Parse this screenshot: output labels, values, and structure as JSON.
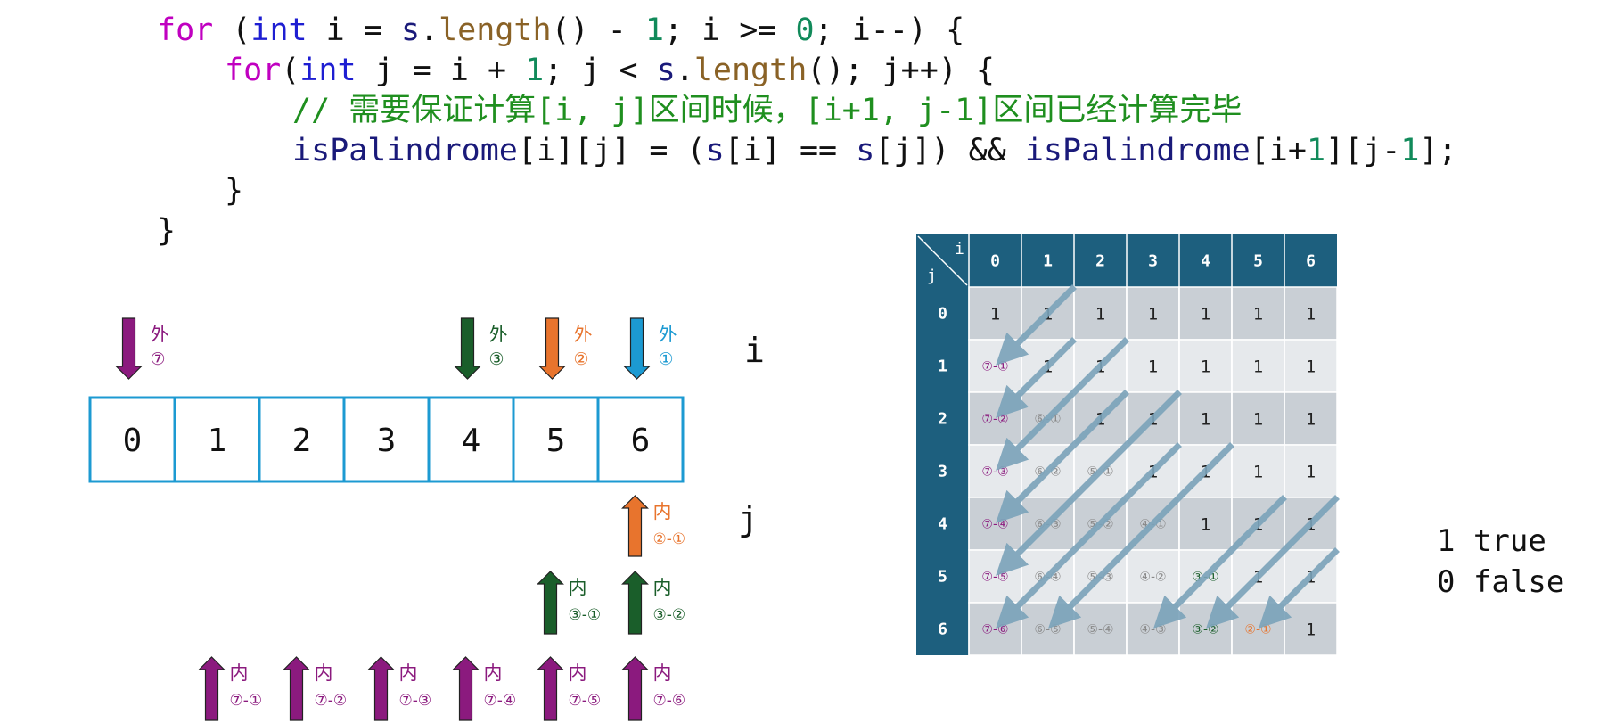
{
  "code": [
    {
      "indent": 0,
      "tokens": [
        [
          "for",
          "kw"
        ],
        [
          " (",
          "pl"
        ],
        [
          "int",
          "ty"
        ],
        [
          " i = ",
          "pl"
        ],
        [
          "s",
          "vr"
        ],
        [
          ".",
          "pl"
        ],
        [
          "length",
          "fn"
        ],
        [
          "() - ",
          "pl"
        ],
        [
          "1",
          "nm"
        ],
        [
          "; i >= ",
          "pl"
        ],
        [
          "0",
          "nm"
        ],
        [
          "; i--) {",
          "pl"
        ]
      ]
    },
    {
      "indent": 1,
      "tokens": [
        [
          "for",
          "kw"
        ],
        [
          "(",
          "pl"
        ],
        [
          "int",
          "ty"
        ],
        [
          " j = i + ",
          "pl"
        ],
        [
          "1",
          "nm"
        ],
        [
          "; j < ",
          "pl"
        ],
        [
          "s",
          "vr"
        ],
        [
          ".",
          "pl"
        ],
        [
          "length",
          "fn"
        ],
        [
          "(); j++) {",
          "pl"
        ]
      ]
    },
    {
      "indent": 2,
      "tokens": [
        [
          "// 需要保证计算[i, j]区间时候，[i+1, j-1]区间已经计算完毕",
          "cm"
        ]
      ]
    },
    {
      "indent": 2,
      "tokens": [
        [
          "isPalindrome",
          "vr"
        ],
        [
          "[i][j] = (",
          "pl"
        ],
        [
          "s",
          "vr"
        ],
        [
          "[i] == ",
          "pl"
        ],
        [
          "s",
          "vr"
        ],
        [
          "[j]) && ",
          "pl"
        ],
        [
          "isPalindrome",
          "vr"
        ],
        [
          "[i+",
          "pl"
        ],
        [
          "1",
          "nm"
        ],
        [
          "][j-",
          "pl"
        ],
        [
          "1",
          "nm"
        ],
        [
          "];",
          "pl"
        ]
      ]
    },
    {
      "indent": 1,
      "tokens": [
        [
          "}",
          "pl"
        ]
      ]
    },
    {
      "indent": 0,
      "tokens": [
        [
          "}",
          "pl"
        ]
      ]
    }
  ],
  "array": {
    "cells": [
      "0",
      "1",
      "2",
      "3",
      "4",
      "5",
      "6"
    ],
    "i_label": "i",
    "j_label": "j"
  },
  "outer_arrows": [
    {
      "index": 0,
      "label": "外",
      "num": "⑦",
      "color": "#8b1a7e"
    },
    {
      "index": 4,
      "label": "外",
      "num": "③",
      "color": "#1a5e2a"
    },
    {
      "index": 5,
      "label": "外",
      "num": "②",
      "color": "#e8742d"
    },
    {
      "index": 6,
      "label": "外",
      "num": "①",
      "color": "#1c9ad2"
    }
  ],
  "inner_arrows": [
    {
      "index": 6,
      "row": 0,
      "label": "内",
      "text": "②-①",
      "color": "#e8742d"
    },
    {
      "index": 5,
      "row": 1,
      "label": "内",
      "text": "③-①",
      "color": "#1a5e2a"
    },
    {
      "index": 6,
      "row": 1,
      "label": "内",
      "text": "③-②",
      "color": "#1a5e2a"
    },
    {
      "index": 1,
      "row": 2,
      "label": "内",
      "text": "⑦-①",
      "color": "#8b1a7e"
    },
    {
      "index": 2,
      "row": 2,
      "label": "内",
      "text": "⑦-②",
      "color": "#8b1a7e"
    },
    {
      "index": 3,
      "row": 2,
      "label": "内",
      "text": "⑦-③",
      "color": "#8b1a7e"
    },
    {
      "index": 4,
      "row": 2,
      "label": "内",
      "text": "⑦-④",
      "color": "#8b1a7e"
    },
    {
      "index": 5,
      "row": 2,
      "label": "内",
      "text": "⑦-⑤",
      "color": "#8b1a7e"
    },
    {
      "index": 6,
      "row": 2,
      "label": "内",
      "text": "⑦-⑥",
      "color": "#8b1a7e"
    }
  ],
  "table": {
    "corner_i": "i",
    "corner_j": "j",
    "col_headers": [
      "0",
      "1",
      "2",
      "3",
      "4",
      "5",
      "6"
    ],
    "row_headers": [
      "0",
      "1",
      "2",
      "3",
      "4",
      "5",
      "6"
    ],
    "cells": [
      [
        "1",
        "1",
        "1",
        "1",
        "1",
        "1",
        "1"
      ],
      [
        "⑦-①",
        "1",
        "1",
        "1",
        "1",
        "1",
        "1"
      ],
      [
        "⑦-②",
        "⑥-①",
        "1",
        "1",
        "1",
        "1",
        "1"
      ],
      [
        "⑦-③",
        "⑥-②",
        "⑤-①",
        "1",
        "1",
        "1",
        "1"
      ],
      [
        "⑦-④",
        "⑥-③",
        "⑤-②",
        "④-①",
        "1",
        "1",
        "1"
      ],
      [
        "⑦-⑤",
        "⑥-④",
        "⑤-③",
        "④-②",
        "③-①",
        "1",
        "1"
      ],
      [
        "⑦-⑥",
        "⑥-⑤",
        "⑤-④",
        "④-③",
        "③-②",
        "②-①",
        "1"
      ]
    ],
    "colors": {
      "header_bg": "#1d5f7e",
      "cell_dark": "#c9cfd5",
      "cell_light": "#e6e9ec",
      "arrow": "#7ba3ba",
      "seq7": "#8b1a7e",
      "seq3": "#1a5e2a",
      "seq2": "#e8742d",
      "seq_other": "#888888"
    }
  },
  "legend": {
    "line1": "1 true",
    "line2": "0 false"
  }
}
